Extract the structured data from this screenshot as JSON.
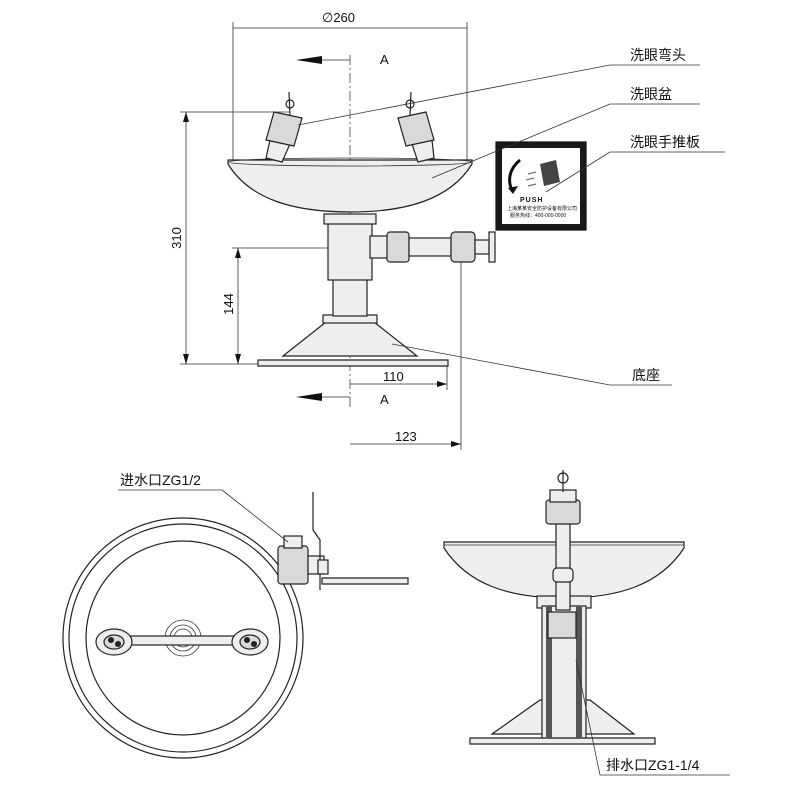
{
  "dimensions": {
    "diameter": "∅260",
    "height_total": "310",
    "height_pipe": "144",
    "base_radius": "110",
    "center_to_plate": "123"
  },
  "section_marks": {
    "top": "A",
    "bottom": "A"
  },
  "callouts": {
    "nozzle": "洗眼弯头",
    "bowl": "洗眼盆",
    "push_plate": "洗眼手推板",
    "base": "底座",
    "inlet": "进水口ZG1/2",
    "drain": "排水口ZG1-1/4"
  },
  "push_plate": {
    "label": "PUSH",
    "line1": "上海某某安全防护设备有限公司",
    "line2": "服务热线：400-000-0000"
  }
}
